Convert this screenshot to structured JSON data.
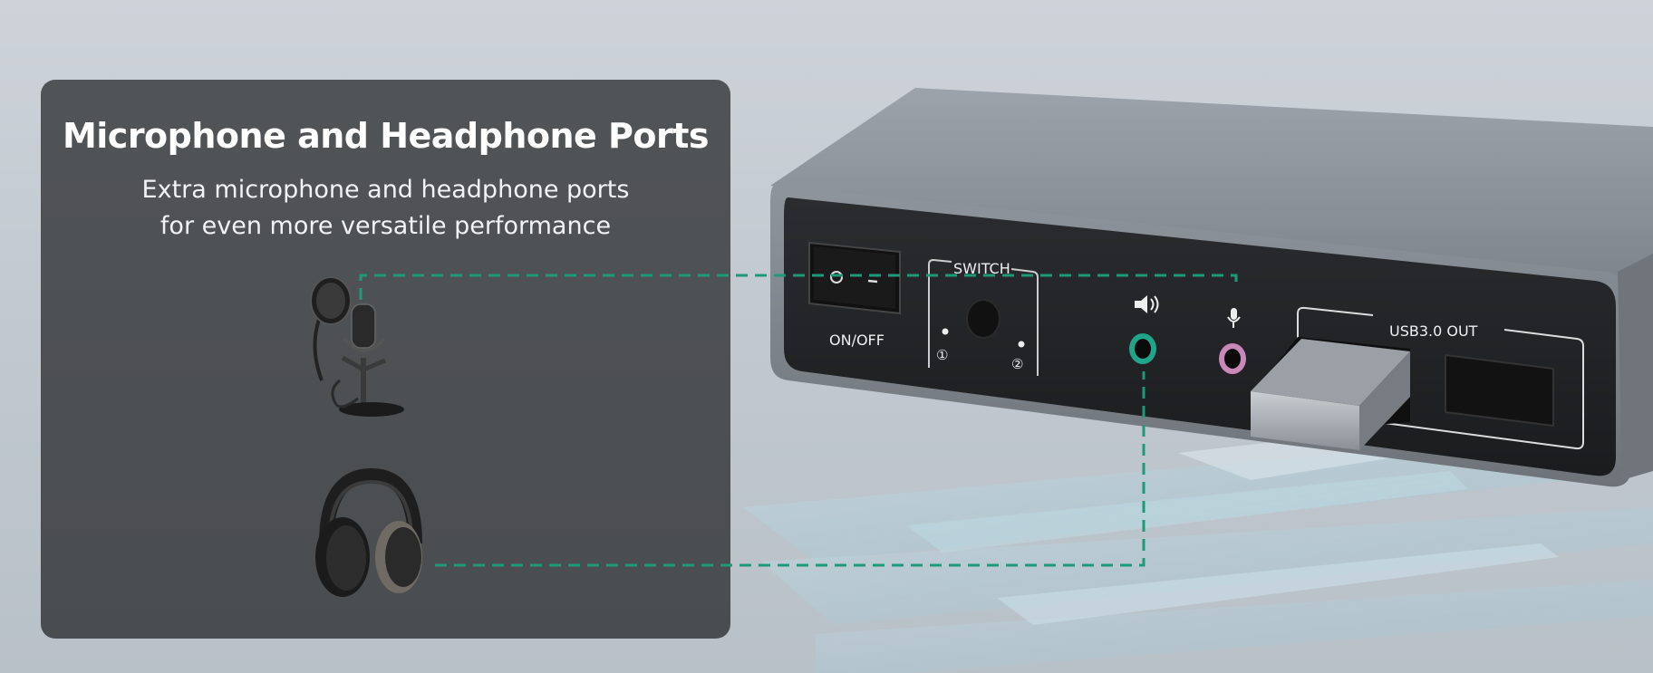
{
  "heading": {
    "title": "Microphone and Headphone Ports",
    "subtitle_line1": "Extra microphone and headphone ports",
    "subtitle_line2": "for even more versatile performance"
  },
  "device": {
    "power_label": "ON/OFF",
    "switch_label": "SWITCH",
    "switch_pos1": "①",
    "switch_pos2": "②",
    "usb_label": "USB3.0 OUT"
  },
  "colors": {
    "accent_line": "#1e9a78",
    "headphone_port": "#20a58b",
    "mic_port": "#c888b8",
    "panel": "#4f5255"
  },
  "icons": [
    "microphone-image",
    "headphones-image",
    "speaker-icon",
    "mic-icon"
  ]
}
